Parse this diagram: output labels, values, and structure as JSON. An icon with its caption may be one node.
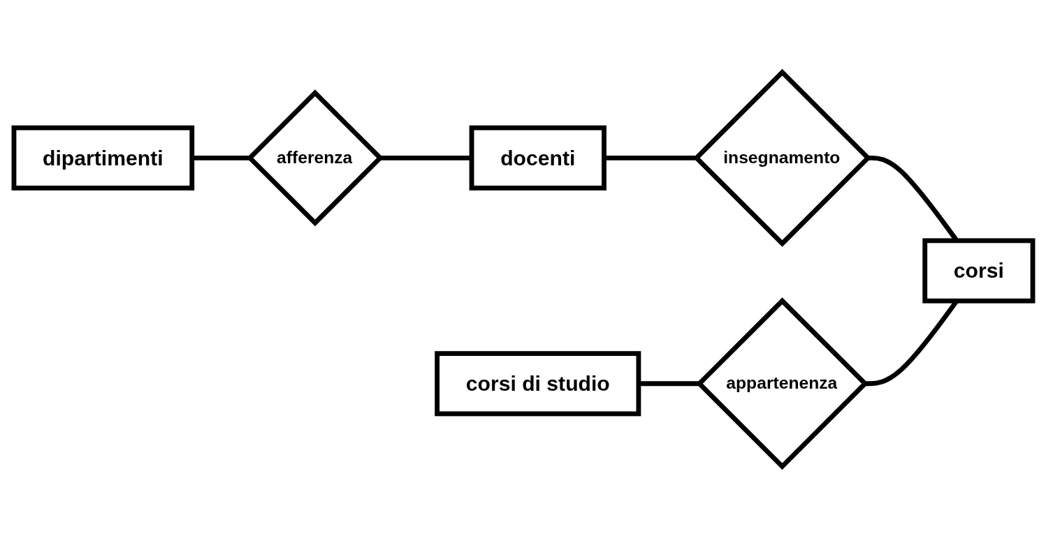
{
  "diagram": {
    "nodes": [
      {
        "text": [
          "dipartimenti"
        ]
      },
      {
        "text": [
          "afferenza"
        ]
      },
      {
        "text": [
          "docenti"
        ]
      },
      {
        "text": [
          "insegnamento"
        ]
      },
      {
        "text": [
          "appartenenza"
        ]
      },
      {
        "text": [
          "corsi di studio"
        ]
      },
      {
        "text": [
          "corsi"
        ]
      }
    ],
    "edges": [
      {
        "from": 0,
        "to": 1,
        "arrow": "none"
      },
      {
        "from": 1,
        "to": 2,
        "arrow": "none"
      },
      {
        "from": 2,
        "to": 3,
        "arrow": "none"
      },
      {
        "from": 3,
        "to": 6,
        "arrow": "none"
      },
      {
        "from": 5,
        "to": 4,
        "arrow": "none"
      },
      {
        "from": 4,
        "to": 6,
        "arrow": "none"
      }
    ]
  }
}
